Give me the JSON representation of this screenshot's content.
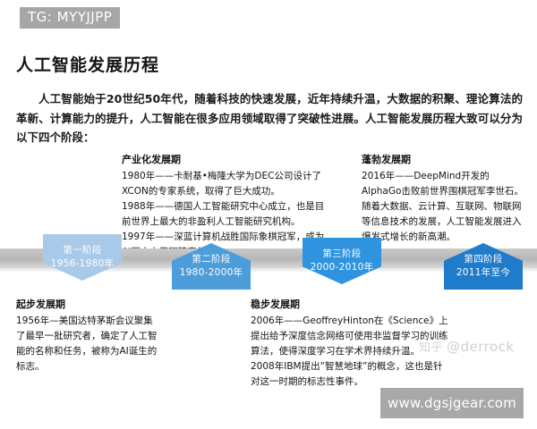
{
  "badge": {
    "label": "TG: MYYJJPP"
  },
  "page_title": "人工智能发展历程",
  "intro": "人工智能始于20世纪50年代，随着科技的快速发展，近年持续升温，大数据的积聚、理论算法的革新、计算能力的提升，人工智能在很多应用领域取得了突破性进展。人工智能发展历程大致可以分为以下四个阶段：",
  "timeline": {
    "stages": [
      {
        "name": "第一阶段",
        "years": "1956-1980年",
        "color": "#a9c9e8",
        "direction": "down"
      },
      {
        "name": "第二阶段",
        "years": "1980-2000年",
        "color": "#4e9ddb",
        "direction": "up"
      },
      {
        "name": "第三阶段",
        "years": "2000-2010年",
        "color": "#2f93df",
        "direction": "down"
      },
      {
        "name": "第四阶段",
        "years": "2011年至今",
        "color": "#1f7ccb",
        "direction": "up"
      }
    ]
  },
  "blocks": {
    "industrial": {
      "title": "产业化发展期",
      "lines": [
        "1980年——卡耐基•梅隆大学为DEC公司设计了XCON的专家系统，取得了巨大成功。",
        "1988年——德国人工智能研究中心成立，也是目前世界上最大的非盈利人工智能研究机构。",
        "1997年——深蓝计算机战胜国际象棋冠军，成为AI历史上里程碑事件。"
      ]
    },
    "booming": {
      "title": "蓬勃发展期",
      "lines": [
        "2016年——DeepMind开发的AlphaGo击败前世界围棋冠军李世石。",
        "随着大数据、云计算、互联网、物联网等信息技术的发展，人工智能发展进入爆发式增长的新高潮。"
      ]
    },
    "starting": {
      "title": "起步发展期",
      "lines": [
        "1956年—美国达特茅斯会议聚集了最早一批研究者，确定了人工智能的名称和任务，被称为AI诞生的标志。"
      ]
    },
    "steady": {
      "title": "稳步发展期",
      "lines": [
        "2006年——GeoffreyHinton在《Science》上提出给予深度信念网络可使用非监督学习的训练算法，使得深度学习在学术界持续升温。",
        "2008年IBM提出“智慧地球”的概念，这也是针对这一时期的标志性事件。"
      ]
    }
  },
  "watermarks": {
    "zhihu_logo": "知乎",
    "zhihu_user": "@derrock",
    "site": "www.dgsjgear.com"
  }
}
